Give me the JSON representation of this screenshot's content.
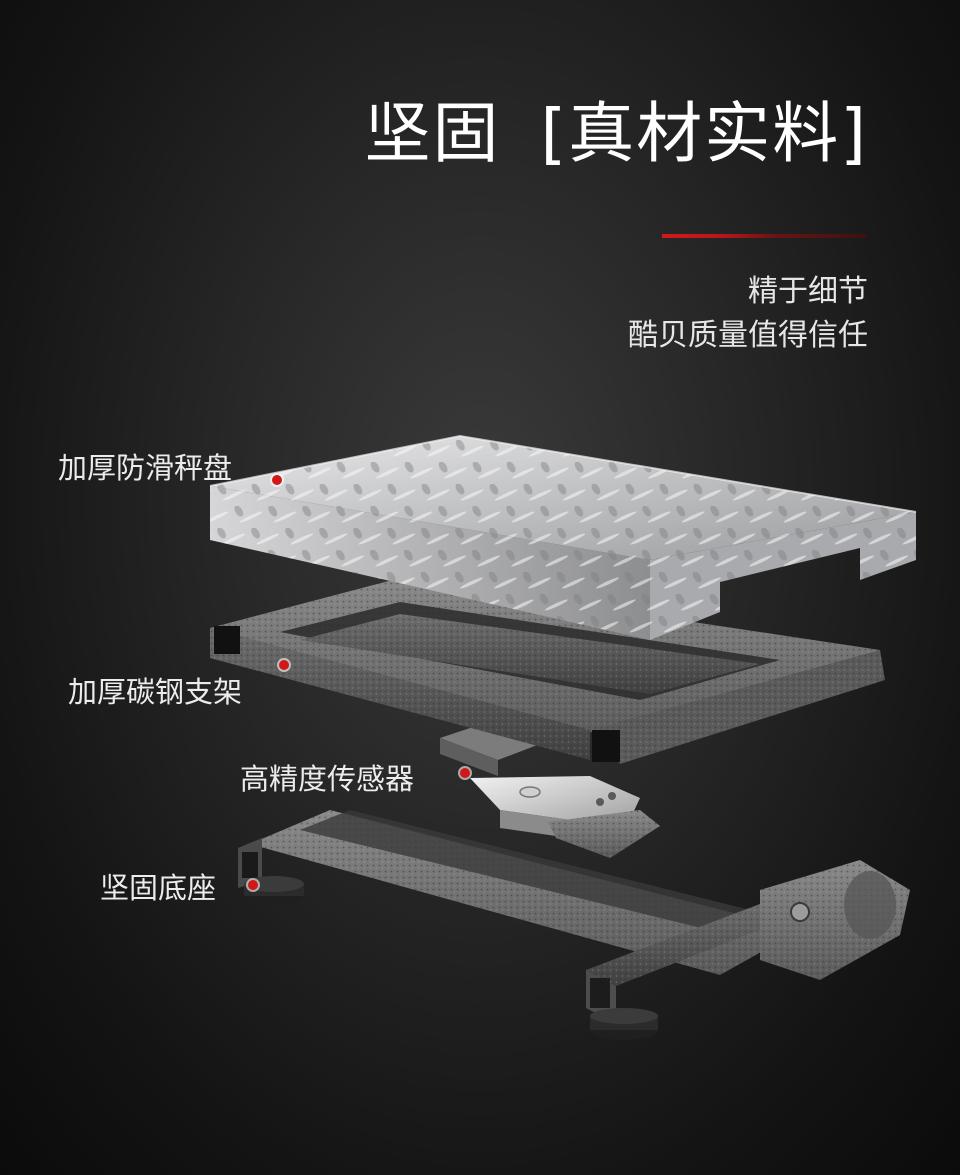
{
  "header": {
    "title_main": "坚固",
    "title_bracket": "[真材实料]",
    "subtitle_line1": "精于细节",
    "subtitle_line2": "酷贝质量值得信任"
  },
  "callouts": {
    "platform": "加厚防滑秤盘",
    "frame": "加厚碳钢支架",
    "sensor": "高精度传感器",
    "base": "坚固底座"
  },
  "colors": {
    "accent": "#d01818",
    "background": "#1c1c1c"
  }
}
